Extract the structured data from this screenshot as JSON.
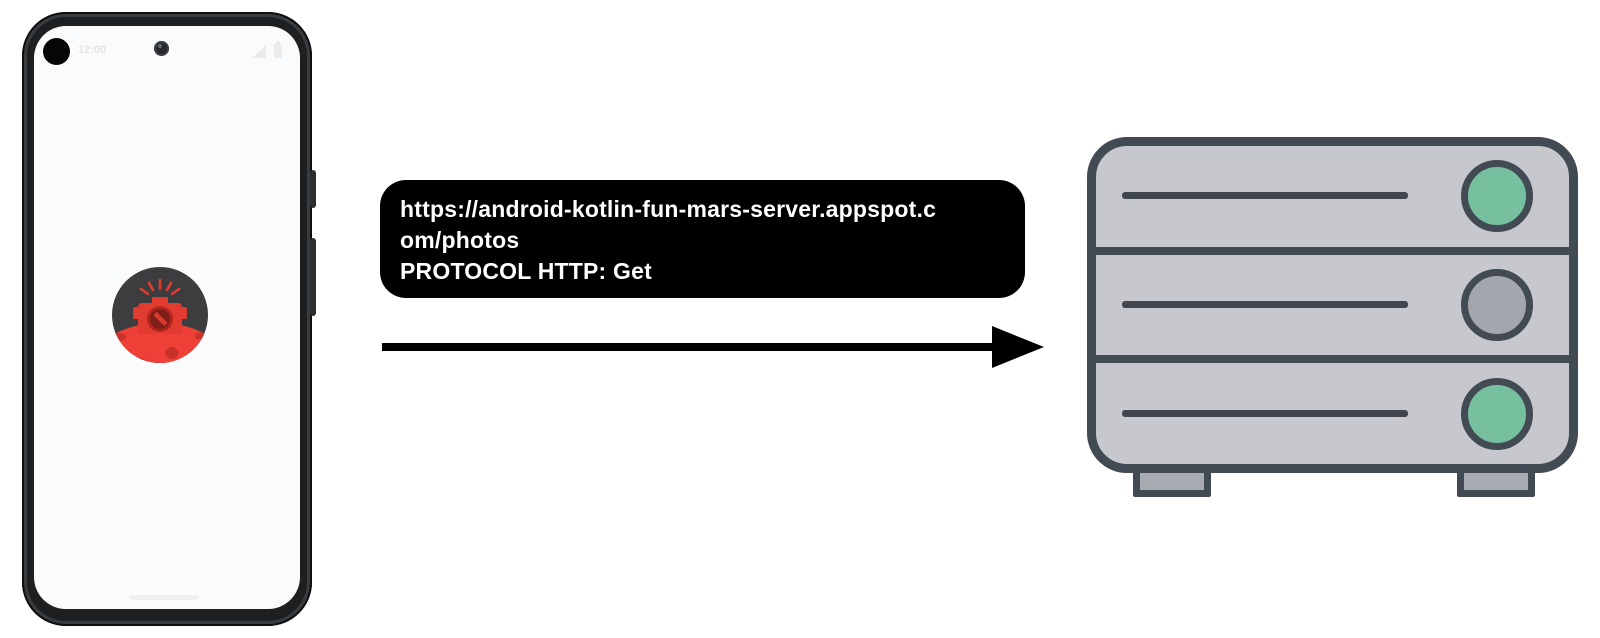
{
  "diagram": {
    "description": "Android phone app sending an HTTP GET request to a web server",
    "background_color": "#ffffff"
  },
  "phone": {
    "frame_color": "#1d1f21",
    "screen_color": "#fafbfc",
    "status_bar": {
      "time": "12:00"
    },
    "app_icon": {
      "label": "Mars Photos app icon",
      "circle_dark_color": "#3d3d3f",
      "mars_red_color": "#ee4036",
      "camera_red_color": "#e23c30",
      "crater_red_color": "#c9322b"
    }
  },
  "request_bubble": {
    "background": "#000000",
    "text_color": "#ffffff",
    "lines": [
      "https://android-kotlin-fun-mars-server.appspot.c",
      "om/photos",
      "PROTOCOL HTTP: Get"
    ],
    "full_url": "https://android-kotlin-fun-mars-server.appspot.com/photos",
    "protocol": "HTTP",
    "method": "Get"
  },
  "arrow": {
    "direction": "right",
    "color": "#000000"
  },
  "server": {
    "body_color": "#c7c8cd",
    "outline_color": "#424a53",
    "foot_color": "#a7aab1",
    "sections": [
      {
        "led_state": "green",
        "led_color": "#76bf9f"
      },
      {
        "led_state": "gray",
        "led_color": "#a3a6ad"
      },
      {
        "led_state": "green",
        "led_color": "#76bf9f"
      }
    ]
  }
}
